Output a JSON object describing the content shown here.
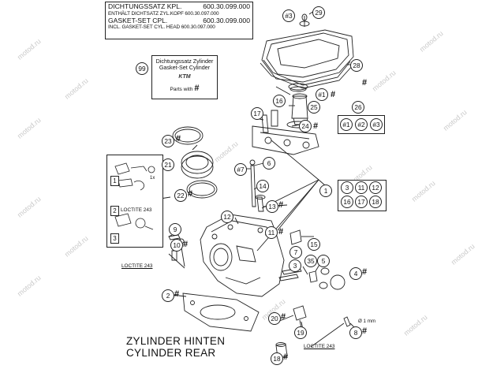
{
  "header": {
    "line1_label": "DICHTUNGSSATZ KPL.",
    "line1_value": "600.30.099.000",
    "line2": "ENTHÄLT DICHTSATZ ZYL.KOPF 600.30.097.000",
    "line3_label": "GASKET-SET CPL.",
    "line3_value": "600.30.099.000",
    "line4": "INCL. GASKET-SET CYL. HEAD 600.30.097.000"
  },
  "kit": {
    "callout": "99",
    "title_de": "Dichtungssatz Zylinder",
    "title_en": "Gasket-Set Cylinder",
    "logo": "KTM",
    "parts_label": "Parts with",
    "parts_mark": "#"
  },
  "footer": {
    "title_de": "ZYLINDER HINTEN",
    "title_en": "CYLINDER REAR"
  },
  "loctite": {
    "left": "LOCTITE 243",
    "bottom": "LOCTITE 243",
    "inset": "LOCTITE 243"
  },
  "dimension": "Ø 1 mm",
  "hash_mark": "#",
  "callouts": [
    {
      "n": "#3"
    },
    {
      "n": "29"
    },
    {
      "n": "28"
    },
    {
      "n": "#1"
    },
    {
      "n": "16"
    },
    {
      "n": "25"
    },
    {
      "n": "17"
    },
    {
      "n": "24"
    },
    {
      "n": "26"
    },
    {
      "n": "#1"
    },
    {
      "n": "#2"
    },
    {
      "n": "#3"
    },
    {
      "n": "23"
    },
    {
      "n": "21"
    },
    {
      "n": "22"
    },
    {
      "n": "#7"
    },
    {
      "n": "6"
    },
    {
      "n": "14"
    },
    {
      "n": "1"
    },
    {
      "n": "3"
    },
    {
      "n": "11"
    },
    {
      "n": "12"
    },
    {
      "n": "16"
    },
    {
      "n": "17"
    },
    {
      "n": "18"
    },
    {
      "n": "12"
    },
    {
      "n": "13"
    },
    {
      "n": "9"
    },
    {
      "n": "11"
    },
    {
      "n": "10"
    },
    {
      "n": "15"
    },
    {
      "n": "7"
    },
    {
      "n": "3"
    },
    {
      "n": "35"
    },
    {
      "n": "5"
    },
    {
      "n": "4"
    },
    {
      "n": "2"
    },
    {
      "n": "20"
    },
    {
      "n": "19"
    },
    {
      "n": "8"
    },
    {
      "n": "18"
    }
  ],
  "inset": {
    "step1": "1",
    "step2": "2",
    "step3": "3",
    "mark1": "1x"
  },
  "watermark": "motod.ru"
}
